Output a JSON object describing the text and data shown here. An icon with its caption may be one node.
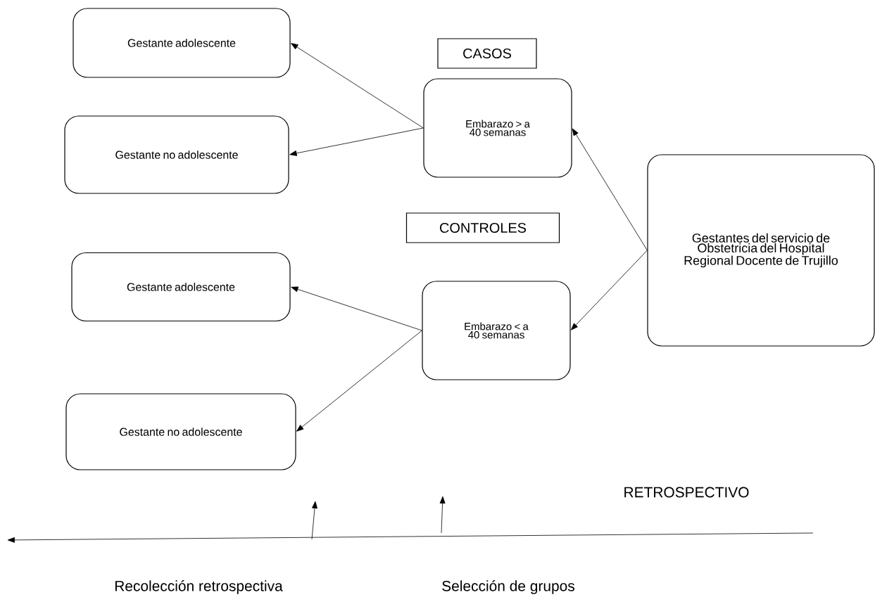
{
  "diagram": {
    "nodes": [
      {
        "text": [
          "Gestante adolescente"
        ]
      },
      {
        "text": [
          "Gestante no adolescente"
        ]
      },
      {
        "text": [
          "CASOS"
        ]
      },
      {
        "text": [
          "Embarazo > a 40 semanas"
        ]
      },
      {
        "text": [
          "CONTROLES"
        ]
      },
      {
        "text": [
          "Gestantes del servicio de Obstetricia del Hospital Regional Docente de Trujillo"
        ]
      },
      {
        "text": [
          "Gestante adolescente"
        ]
      },
      {
        "text": [
          "Embarazo < a 40 semanas"
        ]
      },
      {
        "text": [
          "Gestante no adolescente"
        ]
      }
    ],
    "edges": [
      {
        "from": 3,
        "to": 0,
        "arrow": "to"
      },
      {
        "from": 3,
        "to": 1,
        "arrow": "to"
      },
      {
        "from": 5,
        "to": 3,
        "arrow": "to"
      },
      {
        "from": 5,
        "to": 7,
        "arrow": "to"
      },
      {
        "from": 7,
        "to": 6,
        "arrow": "to"
      },
      {
        "from": 7,
        "to": 8,
        "arrow": "to"
      }
    ],
    "labels": [
      "RETROSPECTIVO",
      "Recolección retrospectiva",
      "Selección de grupos"
    ]
  }
}
